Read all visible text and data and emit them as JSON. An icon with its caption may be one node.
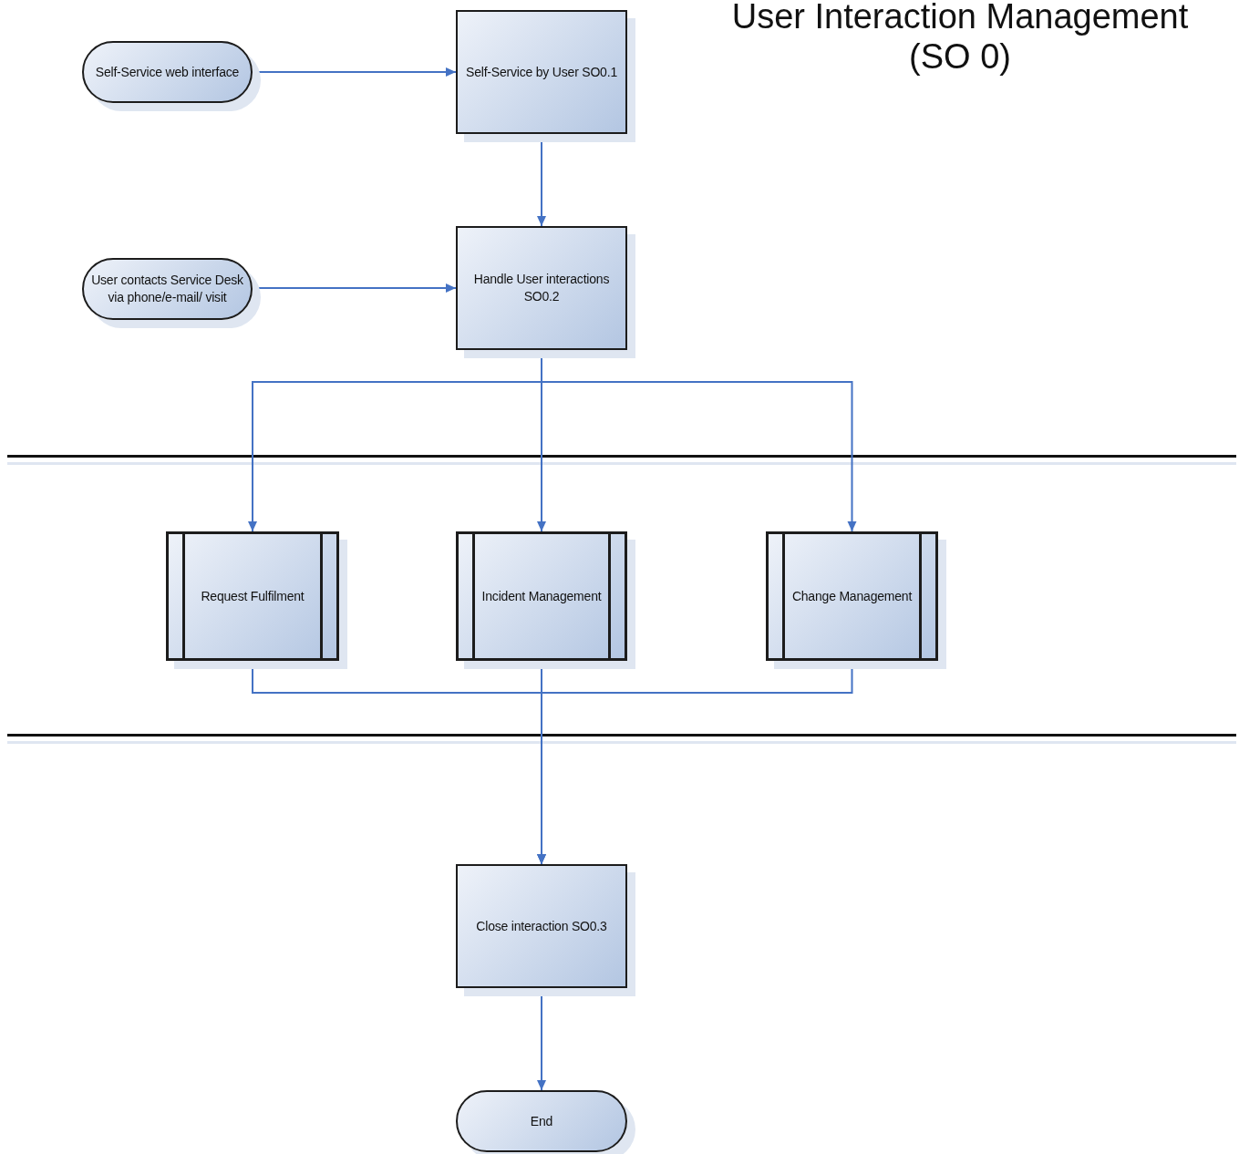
{
  "diagram": {
    "title": "User Interaction Management (SO 0)",
    "nodes": [
      {
        "text": [
          "Self-Service web interface"
        ]
      },
      {
        "text": [
          "Self-Service by User SO0.1"
        ]
      },
      {
        "text": [
          "User contacts Service Desk via phone/e-mail/ visit"
        ]
      },
      {
        "text": [
          "Handle User interactions SO0.2"
        ]
      },
      {
        "text": [
          "Request Fulfilment"
        ]
      },
      {
        "text": [
          "Incident Management"
        ]
      },
      {
        "text": [
          "Change Management"
        ]
      },
      {
        "text": [
          "Close interaction SO0.3"
        ]
      },
      {
        "text": [
          "End"
        ]
      }
    ],
    "edges": [
      {
        "from": 0,
        "to": 1,
        "arrow": "to"
      },
      {
        "from": 1,
        "to": 3,
        "arrow": "to"
      },
      {
        "from": 2,
        "to": 3,
        "arrow": "to"
      },
      {
        "from": 3,
        "to": 4,
        "arrow": "to"
      },
      {
        "from": 3,
        "to": 5,
        "arrow": "to"
      },
      {
        "from": 3,
        "to": 6,
        "arrow": "to"
      },
      {
        "from": 4,
        "to": 7,
        "arrow": "to"
      },
      {
        "from": 5,
        "to": 7,
        "arrow": "to"
      },
      {
        "from": 6,
        "to": 7,
        "arrow": "to"
      },
      {
        "from": 7,
        "to": 8,
        "arrow": "to"
      }
    ]
  }
}
